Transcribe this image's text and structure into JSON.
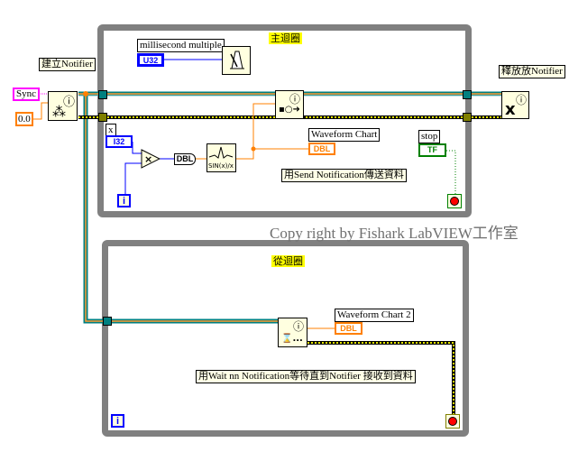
{
  "diagram": {
    "main_loop": {
      "title": "主迴圈"
    },
    "slave_loop": {
      "title": "從迴圈"
    },
    "create_notifier": {
      "label": "建立Notifier",
      "icon": "create-notifier-icon"
    },
    "release_notifier": {
      "label": "釋放放Notifier",
      "icon": "release-notifier-icon"
    },
    "sync_constant": "Sync",
    "timeout_constant": "0.0",
    "wait_ms": {
      "label": "millisecond multiple",
      "type": "U32",
      "icon": "metronome-icon"
    },
    "x_control": {
      "label": "x",
      "type": "I32"
    },
    "multiply": {
      "icon": "multiply-icon",
      "glyph": "×"
    },
    "dbl_convert": "DBL",
    "sinc": {
      "text": "SIN(x)/x",
      "icon": "sinc-icon"
    },
    "send_notification": {
      "icon": "send-notification-icon"
    },
    "waveform_chart": {
      "label": "Waveform Chart",
      "type": "DBL"
    },
    "waveform_chart_2": {
      "label": "Waveform Chart 2",
      "type": "DBL"
    },
    "stop_control": {
      "label": "stop",
      "type": "TF"
    },
    "iteration_terminal": "i",
    "wait_notification": {
      "icon": "wait-notification-icon",
      "glyph": "⧗..."
    },
    "comment_send": "用Send Notification傳送資料",
    "comment_wait": "用Wait nn Notification等待直到Notifier 接收到資料",
    "copyright": "Copy right by Fishark LabVIEW工作室",
    "colors": {
      "loop_border": "#808080",
      "refnum_wire_teal": "#008080",
      "refnum_wire_orange": "#ff8000",
      "error_wire": "#ffff00",
      "integer_wire": "#0000ff",
      "double_wire": "#ff8000",
      "boolean_wire": "#008000"
    }
  }
}
